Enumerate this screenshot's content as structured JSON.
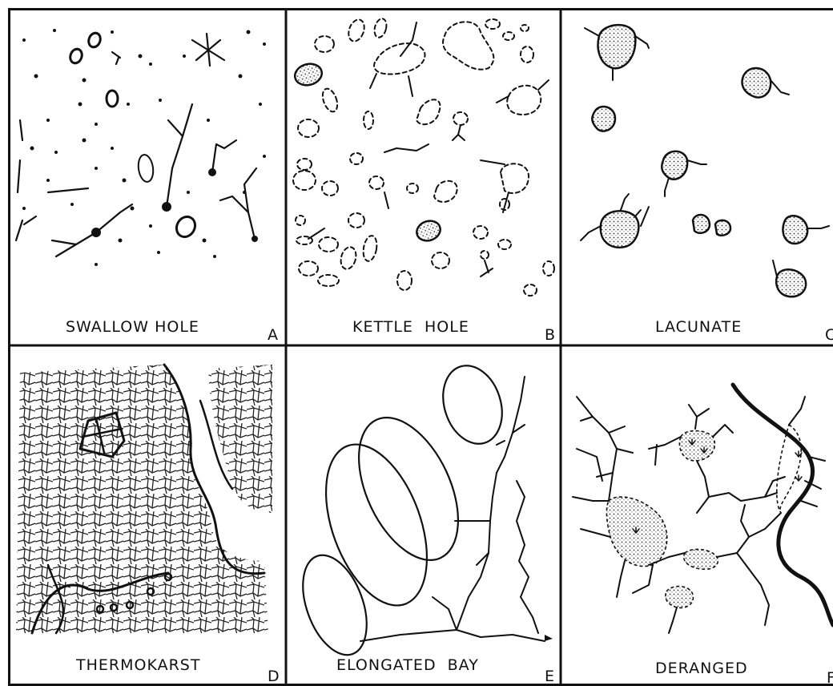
{
  "panels": [
    {
      "name": "SWALLOW HOLE",
      "letter": "A"
    },
    {
      "name": "KETTLE  HOLE",
      "letter": "B"
    },
    {
      "name": "LACUNATE",
      "letter": "C"
    },
    {
      "name": "THERMOKARST",
      "letter": "D"
    },
    {
      "name": "ELONGATED  BAY",
      "letter": "E"
    },
    {
      "name": "DERANGED",
      "letter": "F"
    }
  ]
}
